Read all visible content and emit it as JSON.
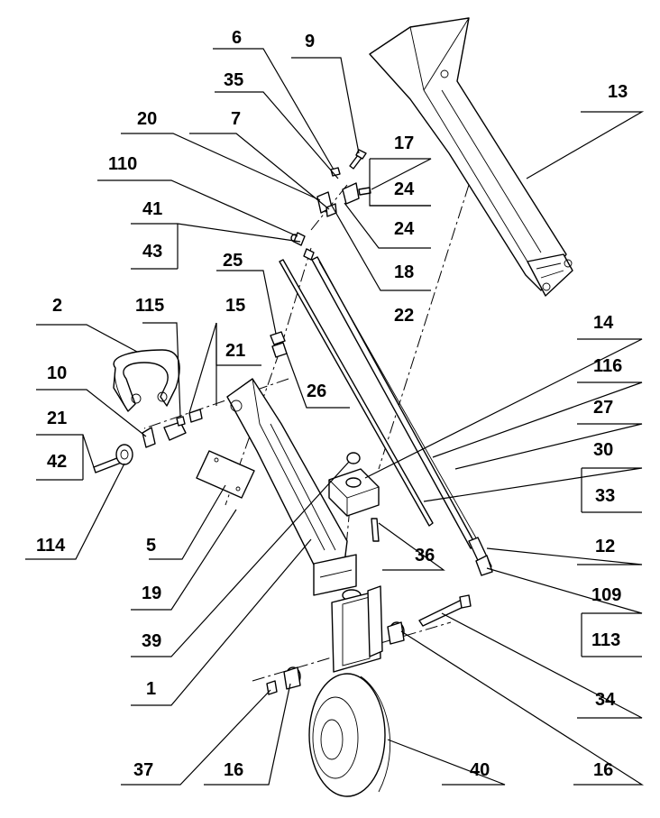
{
  "callouts": {
    "c6": "6",
    "c9": "9",
    "c35": "35",
    "c20": "20",
    "c7": "7",
    "c17": "17",
    "c24a": "24",
    "c24b": "24",
    "c110": "110",
    "c41": "41",
    "c43": "43",
    "c18": "18",
    "c13": "13",
    "c25": "25",
    "c15": "15",
    "c115": "115",
    "c2": "2",
    "c21a": "21",
    "c26": "26",
    "c22": "22",
    "c10": "10",
    "c21b": "21",
    "c42": "42",
    "c114": "114",
    "c14": "14",
    "c116": "116",
    "c27": "27",
    "c30": "30",
    "c33": "33",
    "c12": "12",
    "c5": "5",
    "c36": "36",
    "c109": "109",
    "c19": "19",
    "c113": "113",
    "c39": "39",
    "c1": "1",
    "c34": "34",
    "c37": "37",
    "c16a": "16",
    "c40": "40",
    "c16b": "16"
  },
  "colors": {
    "line": "#000000",
    "background": "#ffffff"
  }
}
